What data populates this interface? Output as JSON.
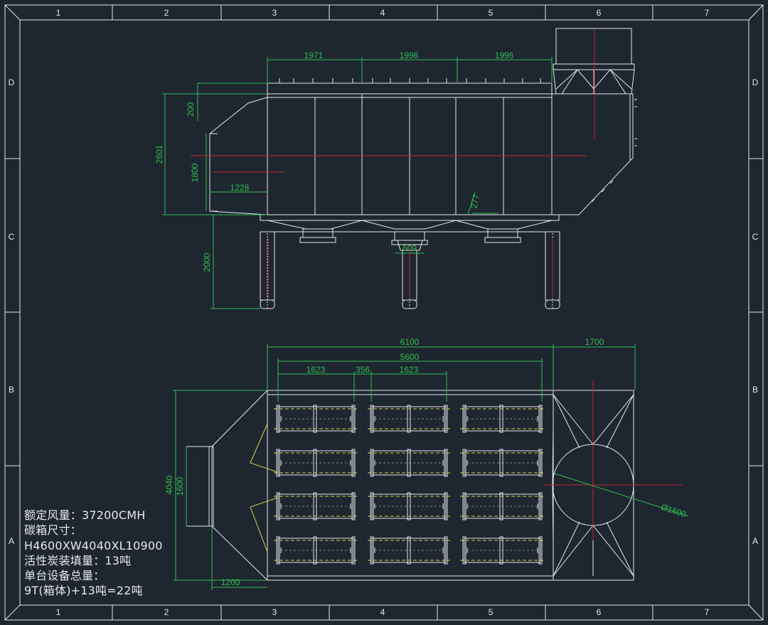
{
  "frame": {
    "columns": [
      "1",
      "2",
      "3",
      "4",
      "5",
      "6",
      "7"
    ],
    "rows": [
      "D",
      "C",
      "B",
      "A"
    ]
  },
  "colors": {
    "background": "#1e2630",
    "linework": "#e6e6e6",
    "dimension": "#2fbf4f",
    "centerline": "#c0272d",
    "hidden": "#d8d24a"
  },
  "elevation": {
    "dims": {
      "top_1": "1971",
      "top_2": "1996",
      "top_3": "1996",
      "left_200": "200",
      "left_2601": "2601",
      "inlet_1800": "1800",
      "inlet_1228": "1228",
      "hopper_277": "277",
      "hopper_609": "609",
      "legs_2000": "2000"
    }
  },
  "plan": {
    "dims": {
      "overall_6100": "6100",
      "outlet_1700": "1700",
      "inner_5600": "5600",
      "bay_1623a": "1623",
      "gap_356": "356",
      "bay_1623b": "1623",
      "width_4040": "4040",
      "inlet_1600": "1600",
      "inlet_1200": "1200",
      "outlet_dia": "Ø1600"
    }
  },
  "notes": {
    "rated_airflow": "额定风量：37200CMH",
    "box_size_label": "碳箱尺寸：",
    "box_size_value": "H4600XW4040XL10900",
    "carbon_fill": "活性炭装填量：13吨",
    "total_weight_label": "单台设备总量：",
    "total_weight_value": "9T(箱体)+13吨=22吨"
  }
}
